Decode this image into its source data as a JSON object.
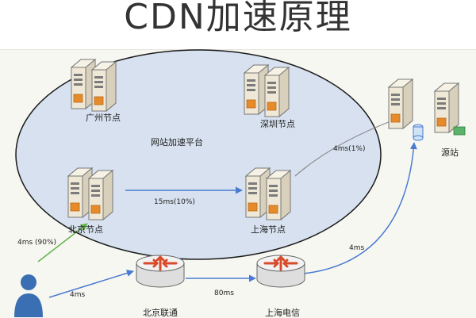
{
  "title": "CDN加速原理",
  "nodes": {
    "guangzhou": "广州节点",
    "shenzhen": "深圳节点",
    "beijing": "北京节点",
    "shanghai": "上海节点",
    "origin": "源站",
    "platform": "网站加速平台",
    "bj_unicom": "北京联通",
    "sh_telecom": "上海电信"
  },
  "links": {
    "user_to_beijing": "4ms (90%)",
    "beijing_to_shanghai": "15ms(10%)",
    "shanghai_to_origin": "4ms(1%)",
    "telecom_to_origin": "4ms",
    "unicom_to_telecom": "80ms",
    "user_to_unicom": "4ms"
  },
  "colors": {
    "platform_fill": "#d7e1ef",
    "platform_stroke": "#1a1a1a",
    "server_body": "#efe8d6",
    "server_accent": "#e58b2c",
    "router_body": "#dedede",
    "router_arrow": "#d94a2a",
    "link_blue": "#4a7bd1",
    "link_green": "#62b44f",
    "link_gray": "#8a8a8a",
    "user": "#3a6fb3"
  }
}
